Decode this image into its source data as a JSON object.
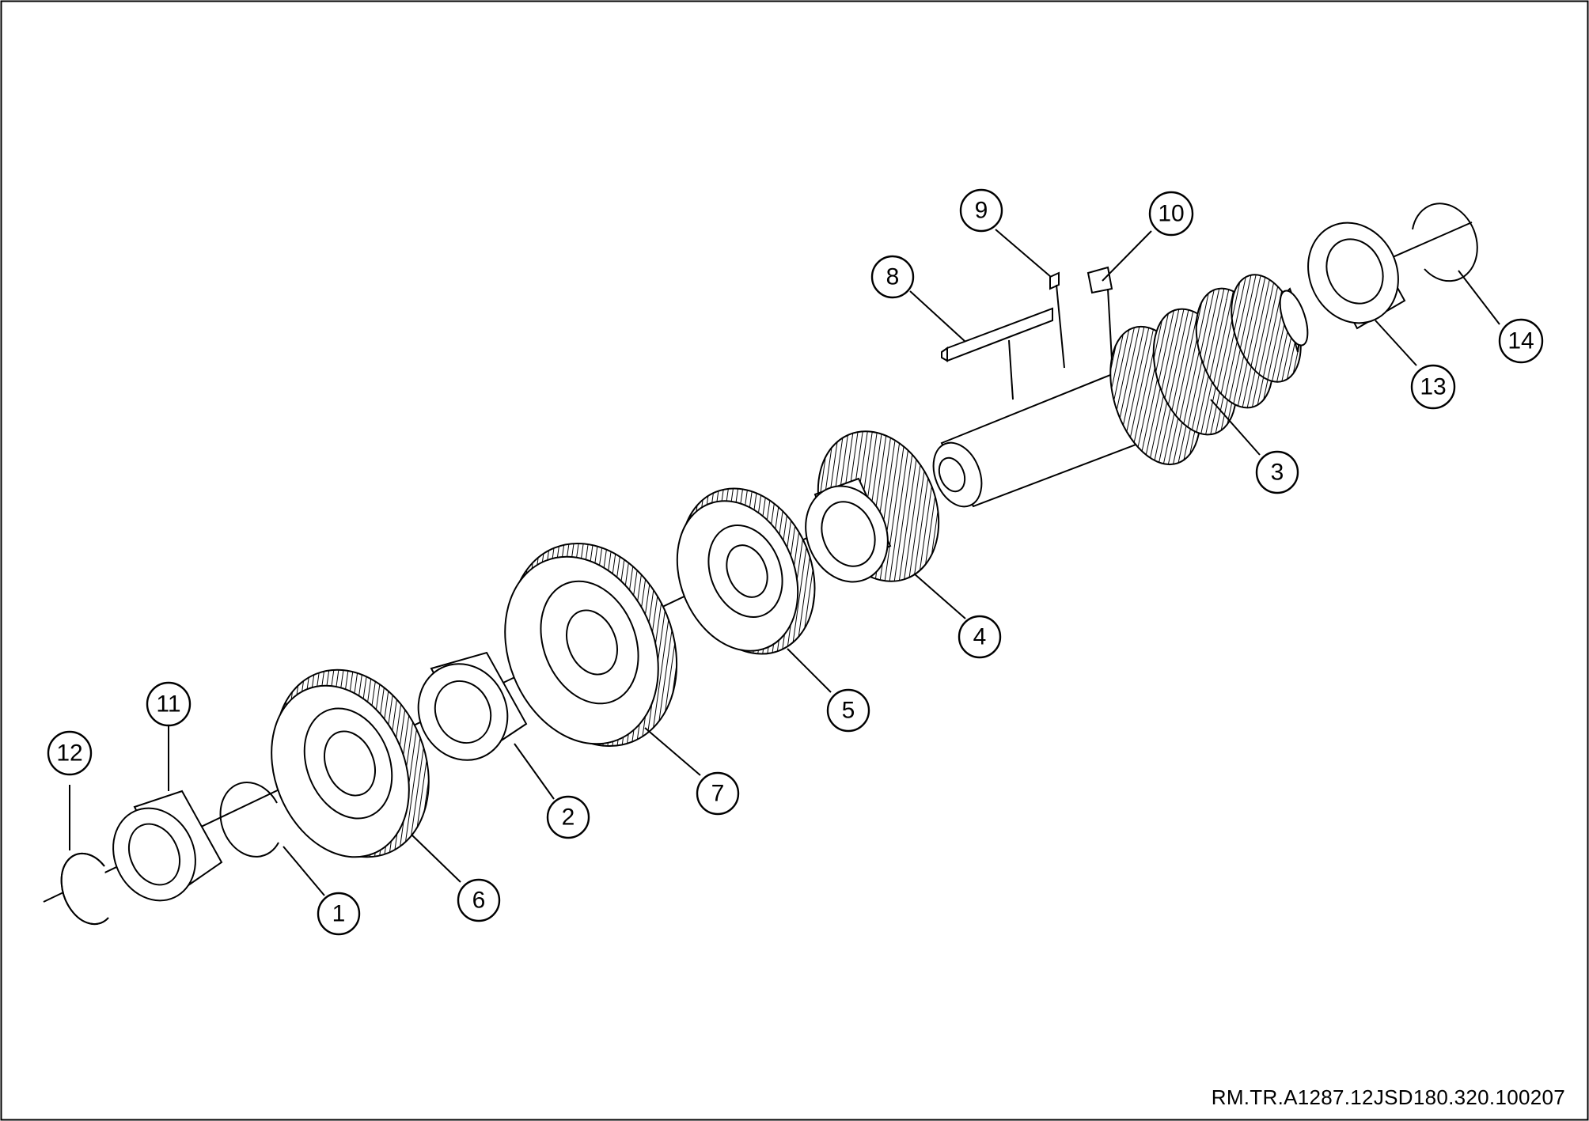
{
  "diagram": {
    "reference_code": "RM.TR.A1287.12JSD180.320.100207",
    "colors": {
      "line": "#000000",
      "background": "#ffffff"
    },
    "callouts": [
      {
        "id": "1",
        "label": "1"
      },
      {
        "id": "2",
        "label": "2"
      },
      {
        "id": "3",
        "label": "3"
      },
      {
        "id": "4",
        "label": "4"
      },
      {
        "id": "5",
        "label": "5"
      },
      {
        "id": "6",
        "label": "6"
      },
      {
        "id": "7",
        "label": "7"
      },
      {
        "id": "8",
        "label": "8"
      },
      {
        "id": "9",
        "label": "9"
      },
      {
        "id": "10",
        "label": "10"
      },
      {
        "id": "11",
        "label": "11"
      },
      {
        "id": "12",
        "label": "12"
      },
      {
        "id": "13",
        "label": "13"
      },
      {
        "id": "14",
        "label": "14"
      }
    ]
  }
}
